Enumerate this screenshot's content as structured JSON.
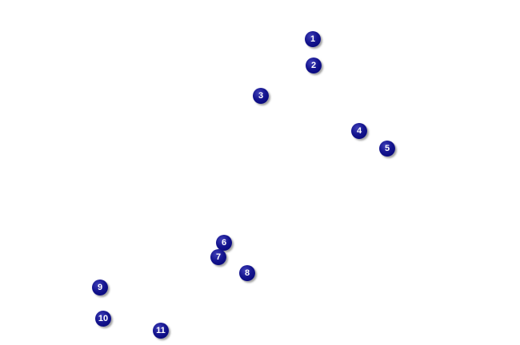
{
  "colors": {
    "background": "#ffffff",
    "marker_fill": "#000080",
    "marker_label": "#ffffff"
  },
  "markers": [
    {
      "label": "1"
    },
    {
      "label": "2"
    },
    {
      "label": "3"
    },
    {
      "label": "4"
    },
    {
      "label": "5"
    },
    {
      "label": "6"
    },
    {
      "label": "7"
    },
    {
      "label": "8"
    },
    {
      "label": "9"
    },
    {
      "label": "10"
    },
    {
      "label": "11"
    }
  ]
}
